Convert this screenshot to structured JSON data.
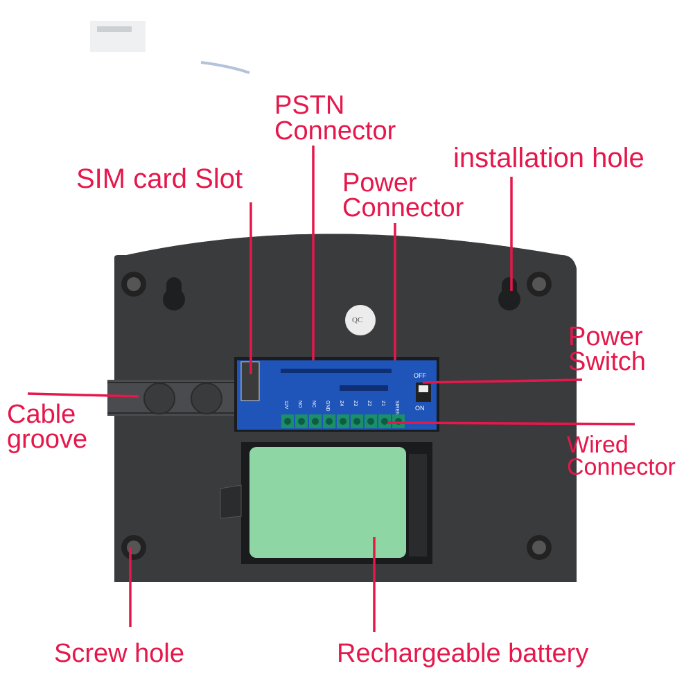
{
  "labels": {
    "pstn_line1": "PSTN",
    "pstn_line2": "Connector",
    "sim": "SIM card Slot",
    "installation": "installation hole",
    "power_connector_line1": "Power",
    "power_connector_line2": "Connector",
    "power_switch_line1": "Power",
    "power_switch_line2": "Switch",
    "cable_line1": "Cable",
    "cable_line2": "groove",
    "wired_line1": "Wired",
    "wired_line2": "Connector",
    "screw": "Screw hole",
    "battery": "Rechargeable battery"
  },
  "board": {
    "qc_text": "QC",
    "switch_off": "OFF",
    "switch_on": "ON",
    "terminals": [
      "12V",
      "NO",
      "NC",
      "GND",
      "Z4",
      "Z3",
      "Z2",
      "Z1",
      "SIREN + -"
    ]
  },
  "colors": {
    "label": "#e5174b",
    "housing": "#3a3b3d",
    "pcb": "#1f54b8",
    "terminal": "#1a8f6a",
    "battery": "#8ed7a4"
  }
}
